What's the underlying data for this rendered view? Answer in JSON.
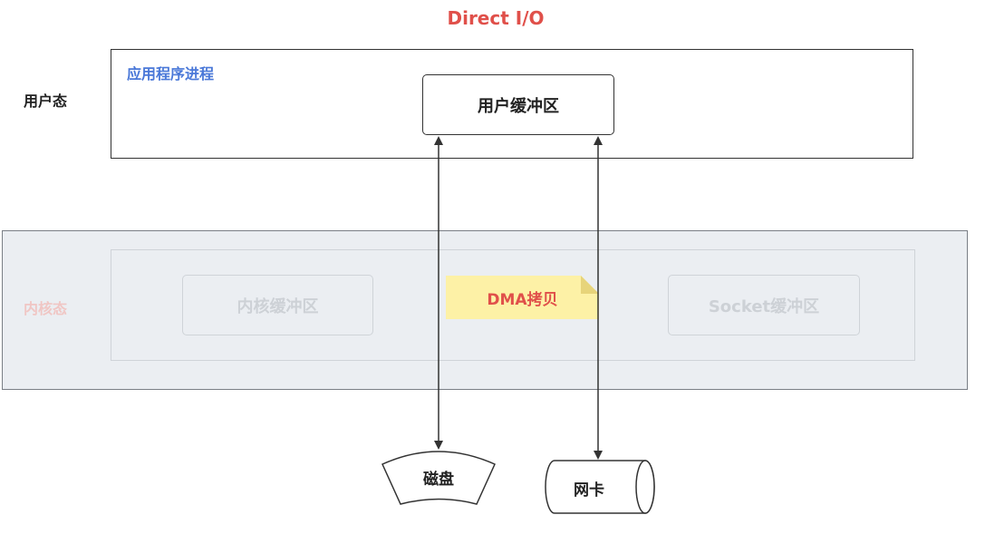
{
  "title": "Direct I/O",
  "user_space": {
    "label": "用户态",
    "process_label": "应用程序进程",
    "buffer_label": "用户缓冲区"
  },
  "kernel_space": {
    "label": "内核态",
    "kernel_buffer_label": "内核缓冲区",
    "socket_buffer_label": "Socket缓冲区"
  },
  "note": {
    "text": "DMA拷贝"
  },
  "devices": {
    "disk_label": "磁盘",
    "nic_label": "网卡"
  },
  "colors": {
    "title": "#e0504a",
    "process_label": "#4a78d8",
    "note_bg": "#fdf1a6",
    "note_fold": "#e7d47a",
    "kernel_bg": "#ebeef2"
  }
}
